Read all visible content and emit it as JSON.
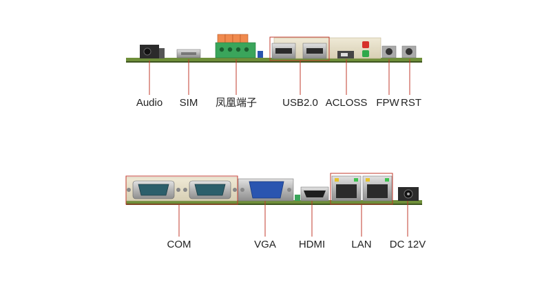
{
  "top_panel": {
    "labels": {
      "audio": "Audio",
      "sim": "SIM",
      "phoenix": "凤凰端子",
      "usb": "USB2.0",
      "acloss": "ACLOSS",
      "fpw": "FPW",
      "rst": "RST"
    }
  },
  "bottom_panel": {
    "labels": {
      "com": "COM",
      "vga": "VGA",
      "hdmi": "HDMI",
      "lan": "LAN",
      "dc": "DC 12V"
    }
  },
  "colors": {
    "pcb": "#6f8f3a",
    "callout_line": "#c0392b",
    "highlight_box": "#c0392b",
    "terminal_green": "#3aa55b",
    "terminal_orange": "#e8733a",
    "vga_blue": "#2a55b0",
    "connector_metal": "#b8b8b8",
    "port_dark": "#2b2b2b"
  }
}
